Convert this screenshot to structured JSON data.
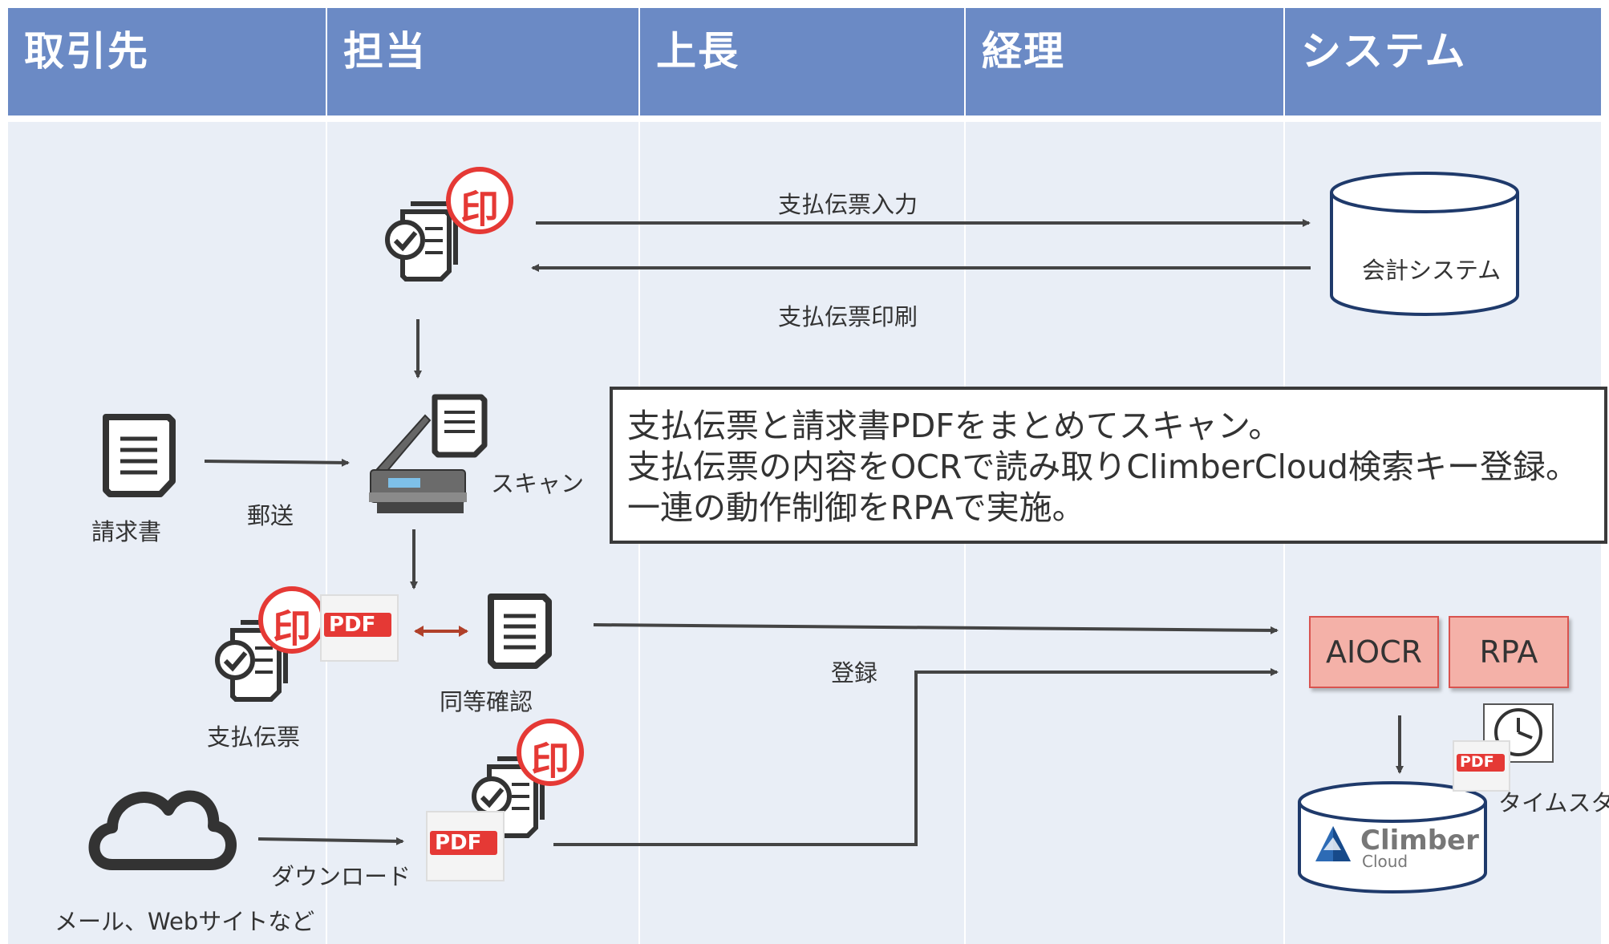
{
  "lanes": [
    "取引先",
    "担当",
    "上長",
    "経理",
    "システム"
  ],
  "labels": {
    "invoice": "請求書",
    "mail": "郵送",
    "scan": "スキャン",
    "payment_voucher": "支払伝票",
    "equivalence_check": "同等確認",
    "register": "登録",
    "download": "ダウンロード",
    "web_source": "メール、Webサイトなど",
    "voucher_input": "支払伝票入力",
    "voucher_print": "支払伝票印刷",
    "accounting_system": "会計システム",
    "timestamp": "タイムスタンプ"
  },
  "note": {
    "line1": "支払伝票と請求書PDFをまとめてスキャン。",
    "line2": "支払伝票の内容をOCRで読み取りClimberCloud検索キー登録。",
    "line3": "一連の動作制御をRPAで実施。"
  },
  "buttons": {
    "aiocr": "AIOCR",
    "rpa": "RPA"
  },
  "stamp_text": "印",
  "pdf_text": "PDF",
  "logo": {
    "name": "Climber",
    "sub": "Cloud"
  },
  "colors": {
    "header": "#6b8ac5",
    "lane": "#e9eef6",
    "stamp": "#e53935",
    "arrow": "#444444",
    "double_arrow": "#b0402a"
  }
}
